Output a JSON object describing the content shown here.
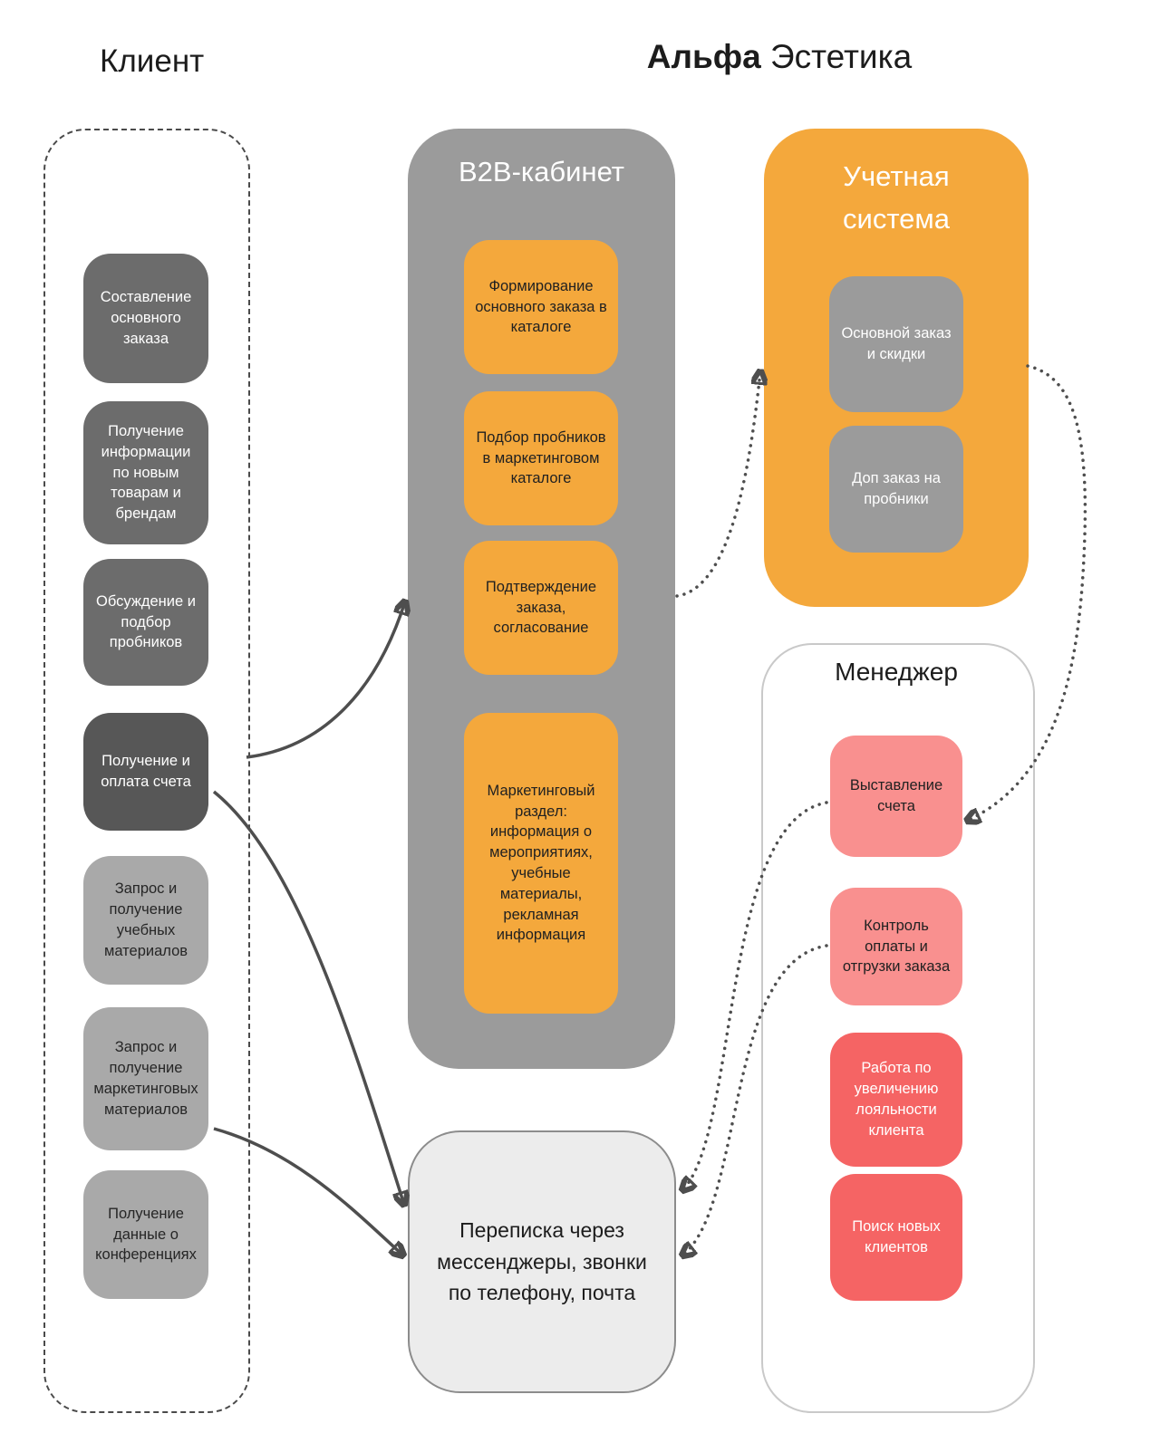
{
  "page": {
    "client_title": "Клиент",
    "brand": {
      "bold": "Альфа",
      "regular": " Эстетика"
    }
  },
  "client": {
    "items": [
      {
        "label": "Составление основного заказа"
      },
      {
        "label": "Получение информации по новым товарам и брендам"
      },
      {
        "label": "Обсуждение и подбор пробников"
      },
      {
        "label": "Получение и оплата счета"
      },
      {
        "label": "Запрос и получение учебных материалов"
      },
      {
        "label": "Запрос и получение маркетинговых материалов"
      },
      {
        "label": "Получение данные о конференциях"
      }
    ]
  },
  "b2b": {
    "title": "B2B-кабинет",
    "items": [
      {
        "label": "Формирование основного заказа в каталоге"
      },
      {
        "label": "Подбор пробников в маркетинговом каталоге"
      },
      {
        "label": "Подтверждение заказа, согласование"
      },
      {
        "label": "Маркетинговый раздел: информация о мероприятиях, учебные материалы, рекламная информация"
      }
    ]
  },
  "accounting": {
    "title": "Учетная система",
    "items": [
      {
        "label": "Основной заказ и скидки"
      },
      {
        "label": "Доп заказ на пробники"
      }
    ]
  },
  "manager": {
    "title": "Менеджер",
    "items": [
      {
        "label": "Выставление счета"
      },
      {
        "label": "Контроль оплаты и отгрузки заказа"
      },
      {
        "label": "Работа по увеличению лояльности клиента"
      },
      {
        "label": "Поиск новых клиентов"
      }
    ]
  },
  "communication": {
    "label": "Переписка через мессенджеры, звонки по телефону, почта"
  },
  "colors": {
    "orange": "#F4A83C",
    "container_gray": "#9B9B9B",
    "dark_gray": "#6C6C6C",
    "darker_gray": "#575757",
    "light_gray": "#A9A9A9",
    "pink": "#F9908F",
    "red": "#F56464",
    "communication_bg": "#ECECEC",
    "arrow": "#4E4E4E"
  }
}
